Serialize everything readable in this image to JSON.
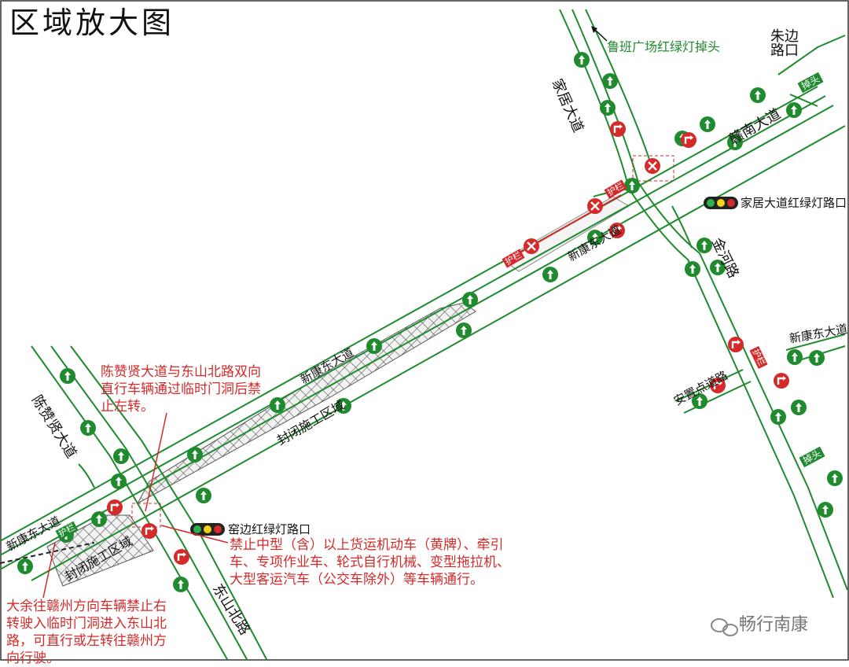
{
  "title": "区域放大图",
  "colors": {
    "road_line": "#1f8a2e",
    "road_fill": "#ffffff",
    "red_sign": "#d42a2a",
    "green_sign": "#1f8a2e",
    "hatch": "#555555",
    "note_text": "#d42a2a"
  },
  "roads": {
    "jiaju": "家居大道",
    "zhubian": "朱边路口",
    "gannan": "赣南大道",
    "jinhe": "金河路",
    "xinkang_center": "新康东大道",
    "xinkang_mid": "新康东大道",
    "xinkang_left": "新康东大道",
    "xinkang_right": "新康东大道",
    "chenzanxian": "陈赞贤大道",
    "dongshanbei": "东山北路",
    "anzhidian": "安置点道路"
  },
  "signals": {
    "luban": "鲁班广场红绿灯掉头",
    "jiaju_light": "家居大道红绿灯路口",
    "yaobian_light": "窑边红绿灯路口"
  },
  "marks": {
    "u_turn": "掉头",
    "guardrail": "护栏"
  },
  "zones": {
    "closed_1": "封闭施工区域",
    "closed_2": "封闭施工区域"
  },
  "notes": {
    "note1": "陈赞贤大道与东山北路双向直行车辆通过临时门洞后禁止左转。",
    "note2": "禁止中型（含）以上货运机动车（黄牌）、牵引车、专项作业车、轮式自行机械、变型拖拉机、大型客运汽车（公交车除外）等车辆通行。",
    "note3": "大余往赣州方向车辆禁止右转驶入临时门洞进入东山北路，可直行或左转往赣州方向行驶。"
  },
  "brand": "畅行南康"
}
